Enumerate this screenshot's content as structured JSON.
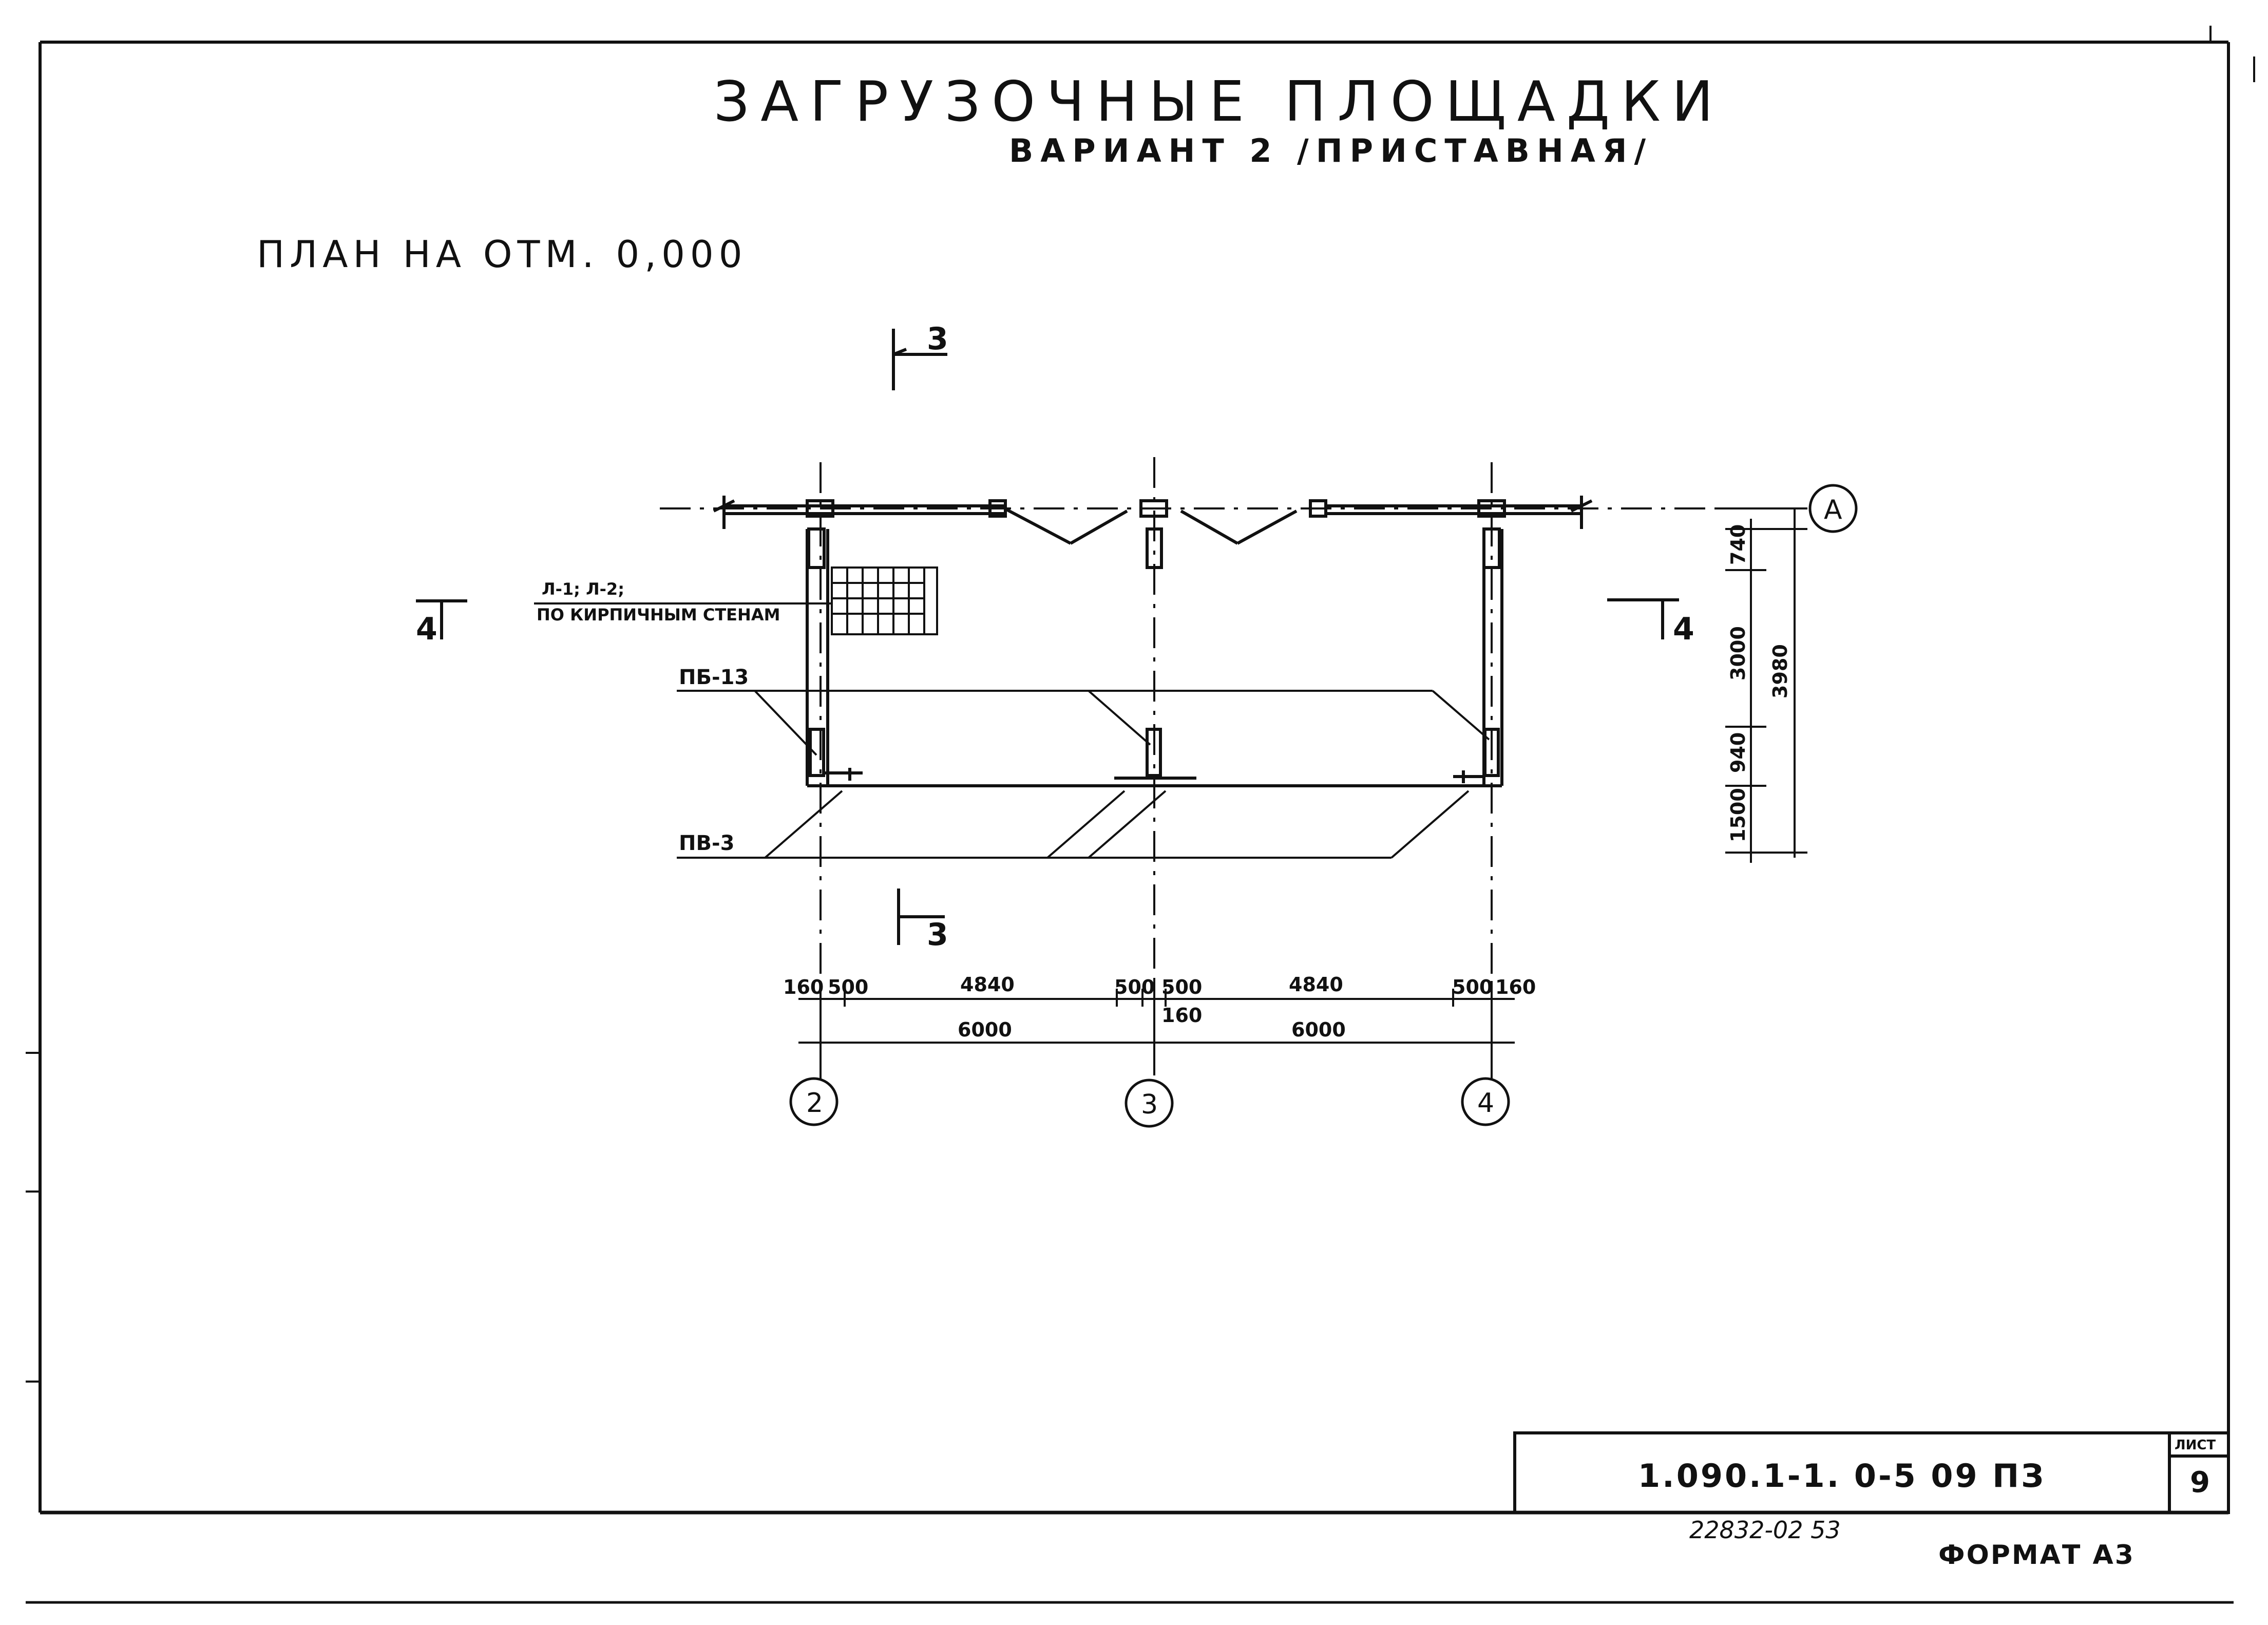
{
  "title": {
    "main": "ЗАГРУЗОЧНЫЕ ПЛОЩАДКИ",
    "variant": "ВАРИАНТ 2 /ПРИСТАВНАЯ/"
  },
  "plan_title": "ПЛАН НА ОТМ. 0,000",
  "section_marks": {
    "top": "3",
    "bottom": "3",
    "left": "4",
    "right": "4"
  },
  "notes": {
    "wall_note_line1": "Л-1; Л-2;",
    "wall_note_line2": "ПО КИРПИЧНЫМ СТЕНАМ",
    "beam_upper": "ПБ-13",
    "beam_lower": "ПВ-3"
  },
  "axes": {
    "row": "А",
    "columns": [
      "2",
      "3",
      "4"
    ]
  },
  "dimensions": {
    "chain1": [
      "160",
      "500",
      "4840",
      "500",
      "500",
      "160",
      "4840",
      "500",
      "160"
    ],
    "chain2": [
      "6000",
      "6000"
    ],
    "vertical": [
      "740",
      "3000",
      "940",
      "1500",
      "3980"
    ]
  },
  "stamp": {
    "code": "1.090.1-1. 0-5   09 ПЗ",
    "sheet_label": "ЛИСТ",
    "sheet_number": "9"
  },
  "footer": {
    "inventory": "22832-02   53",
    "format": "ФОРМАТ А3"
  }
}
